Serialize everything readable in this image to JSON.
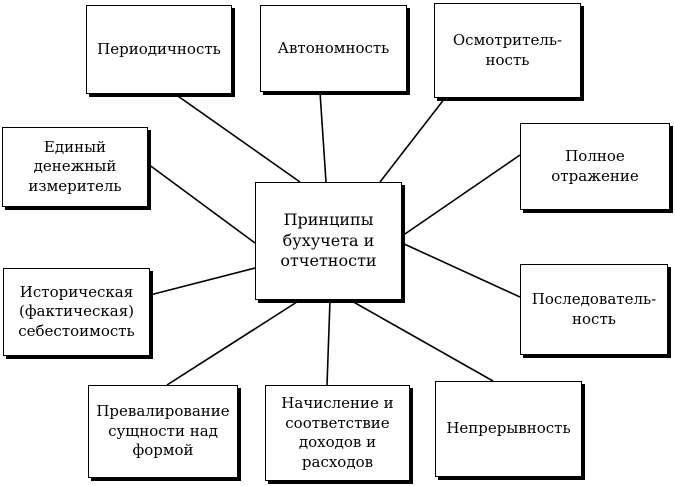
{
  "diagram": {
    "center": {
      "label": "Принципы\nбухучета и\nотчетности"
    },
    "nodes": [
      {
        "id": "periodicity",
        "label": "Периодичность"
      },
      {
        "id": "autonomy",
        "label": "Автономность"
      },
      {
        "id": "prudence",
        "label": "Осмотритель-\nность"
      },
      {
        "id": "single-measure",
        "label": "Единый\nденежный\nизмеритель"
      },
      {
        "id": "full-disclosure",
        "label": "Полное\nотражение"
      },
      {
        "id": "historical-cost",
        "label": "Историческая\n(фактическая)\nсебестоимость"
      },
      {
        "id": "consistency",
        "label": "Последователь-\nность"
      },
      {
        "id": "substance-over-form",
        "label": "Превалирование\nсущности над\nформой"
      },
      {
        "id": "accrual-matching",
        "label": "Начисление и\nсоответствие\nдоходов и\nрасходов"
      },
      {
        "id": "continuity",
        "label": "Непрерывность"
      }
    ]
  }
}
